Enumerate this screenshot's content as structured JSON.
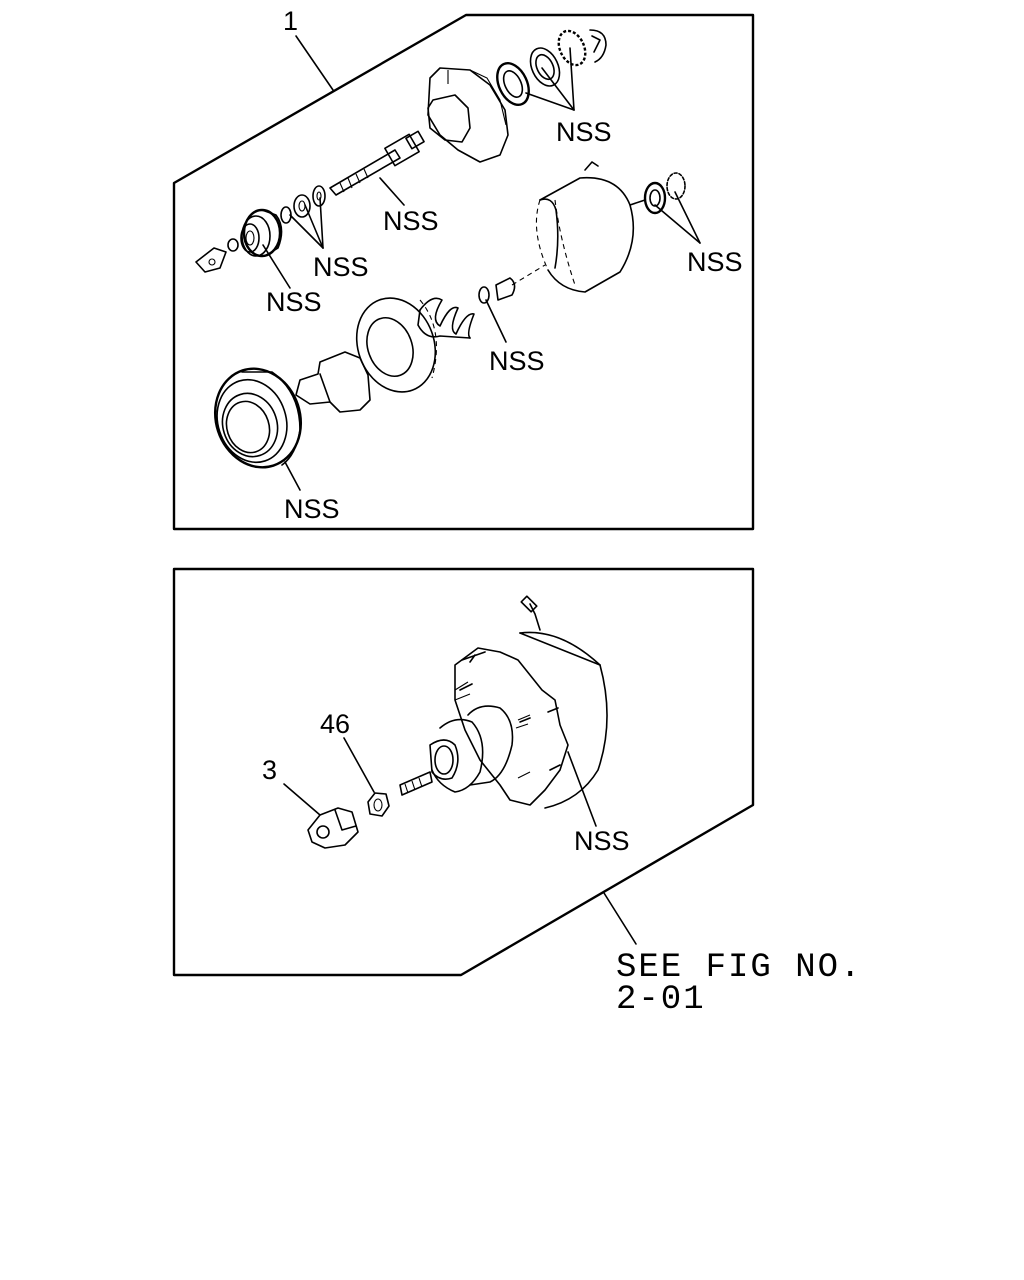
{
  "upper_panel": {
    "callout_assembly": "1",
    "nss_labels": [
      "NSS",
      "NSS",
      "NSS",
      "NSS",
      "NSS",
      "NSS",
      "NSS"
    ]
  },
  "lower_panel": {
    "callout_bracket": "3",
    "callout_nut": "46",
    "nss_label": "NSS",
    "see_fig_line1": "SEE FIG NO.",
    "see_fig_line2": "2-01"
  }
}
